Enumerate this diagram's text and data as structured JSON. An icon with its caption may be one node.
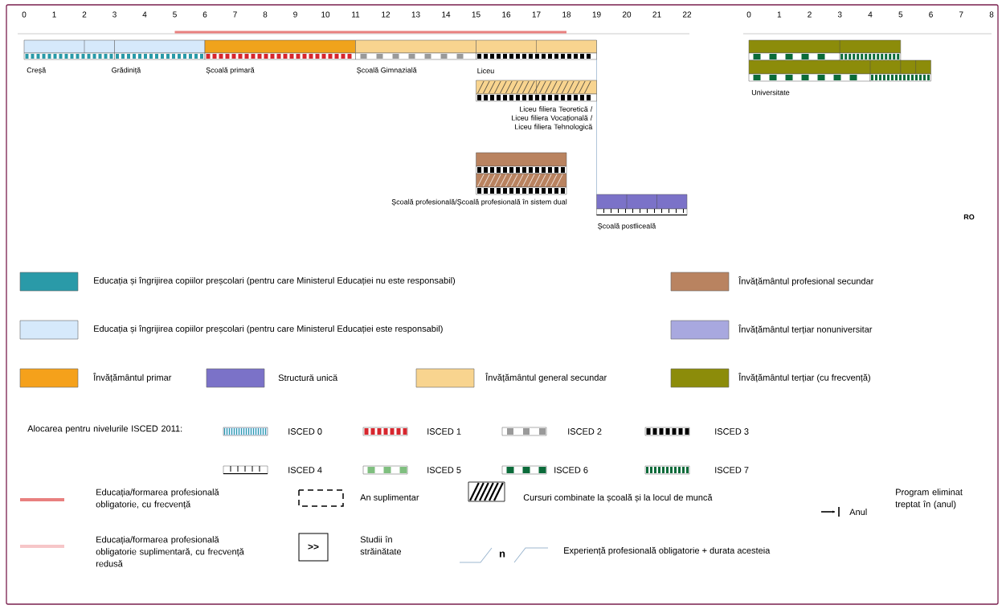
{
  "diagram": {
    "nodes": [
      {
        "text": [
          "Creșă"
        ]
      },
      {
        "text": [
          "Grădiniță"
        ]
      },
      {
        "text": [
          "Școală primară"
        ]
      },
      {
        "text": [
          "Școală Gimnazială"
        ]
      },
      {
        "text": [
          "Liceu"
        ]
      },
      {
        "text": [
          "Liceu filiera Teoretică / Liceu filiera Vocațională / Liceu filiera Tehnologică"
        ]
      },
      {
        "text": [
          "Școală profesională/Școală profesională în sistem dual"
        ]
      },
      {
        "text": [
          "Școală postliceală"
        ]
      },
      {
        "text": [
          "Universitate"
        ]
      }
    ],
    "labels": [
      "0",
      "1",
      "2",
      "3",
      "4",
      "5",
      "6",
      "7",
      "8",
      "9",
      "10",
      "11",
      "12",
      "13",
      "14",
      "15",
      "16",
      "17",
      "18",
      "19",
      "20",
      "21",
      "22",
      "0",
      "1",
      "2",
      "3",
      "4",
      "5",
      "6",
      "7",
      "8",
      "RO",
      "Alocarea pentru nivelurile ISCED 2011:",
      ">>",
      "n",
      "Program eliminat treptat în (anul)"
    ],
    "legend": [
      {
        "text": "Educația și îngrijirea copiilor preșcolari (pentru care Ministerul Educației nu este responsabil)",
        "color": "#2a9aa8"
      },
      {
        "text": "Învățământul profesional secundar",
        "color": "#b98360"
      },
      {
        "text": "Educația și îngrijirea copiilor preșcolari (pentru care Ministerul Educației este responsabil)",
        "color": "#d6e9fb"
      },
      {
        "text": "Învățământul terțiar nonuniversitar",
        "color": "#a8a8df"
      },
      {
        "text": "Învățământul primar",
        "color": "#f5a11b"
      },
      {
        "text": "Structură unică",
        "color": "#7b72c8"
      },
      {
        "text": "Învățământul general secundar",
        "color": "#f8d48f"
      },
      {
        "text": "Învățământul terțiar (cu frecvență)",
        "color": "#8c8c0a"
      },
      {
        "text": "ISCED 0"
      },
      {
        "text": "ISCED 1"
      },
      {
        "text": "ISCED 2"
      },
      {
        "text": "ISCED 3"
      },
      {
        "text": "ISCED 4"
      },
      {
        "text": "ISCED 5"
      },
      {
        "text": "ISCED 6"
      },
      {
        "text": "ISCED 7"
      },
      {
        "text": "Educația/formarea profesională obligatorie, cu frecvență"
      },
      {
        "text": "An suplimentar"
      },
      {
        "text": "Cursuri combinate la școală și la locul de muncă"
      },
      {
        "text": "Anul"
      },
      {
        "text": "Educația/formarea profesională obligatorie suplimentară, cu frecvență redusă"
      },
      {
        "text": "Studii în străinătate"
      },
      {
        "text": "Experiență profesională obligatorie + durata acesteia"
      }
    ]
  }
}
